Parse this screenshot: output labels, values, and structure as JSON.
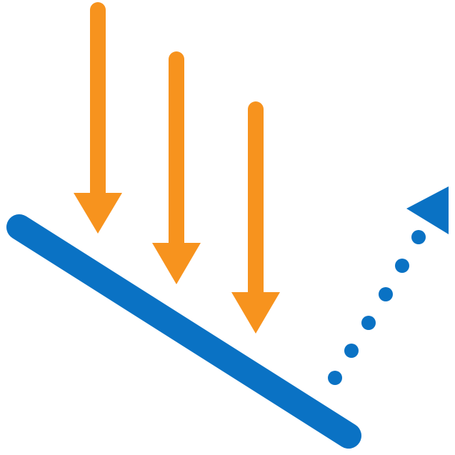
{
  "diagram": {
    "type": "reflection-icon",
    "colors": {
      "incident_arrows": "#F7931E",
      "surface": "#0A72C4",
      "reflected_path": "#0A72C4",
      "background": "#FFFFFF"
    },
    "elements": {
      "incident_arrow_count": 3,
      "reflected_dot_count": 6
    },
    "icons": [
      "down-arrow-icon",
      "reflecting-surface",
      "dotted-reflection-arrow"
    ]
  }
}
